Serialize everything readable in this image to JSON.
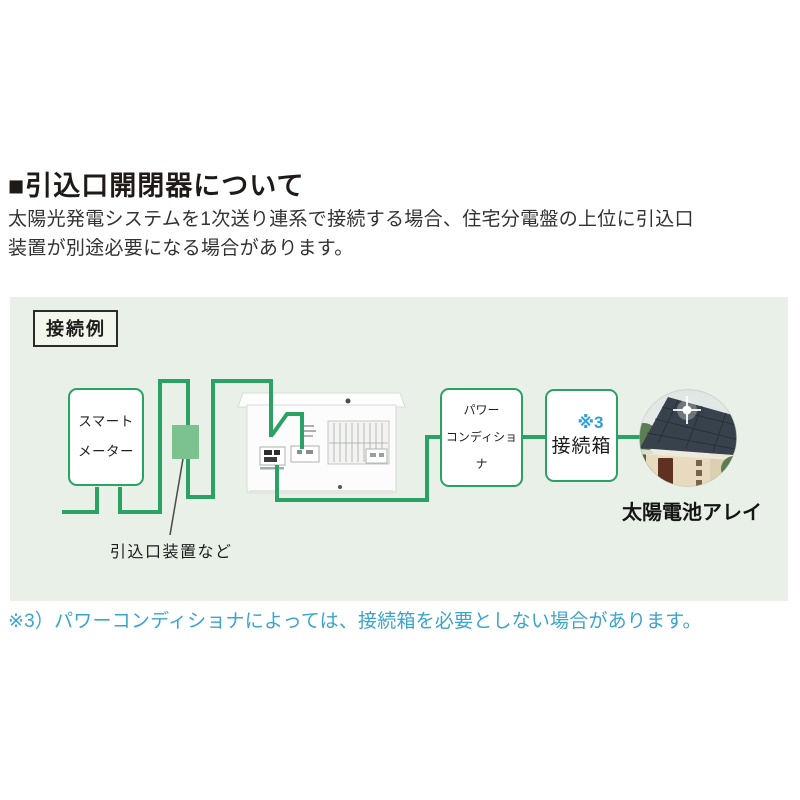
{
  "page": {
    "heading": "■引込口開閉器について",
    "intro_lines": [
      "太陽光発電システムを1次送り連系で接続する場合、住宅分電盤の上位に引込口",
      "装置が別途必要になる場合があります。"
    ],
    "footnote": "※3）パワーコンディショナによっては、接続箱を必要としない場合があります。"
  },
  "diagram": {
    "caption": "接続例",
    "colors": {
      "background": "#e8f0e7",
      "wire_green": "#2aa263",
      "inlet_device_fill": "#7cc28e",
      "junction_note_blue": "#2d9fd8",
      "footnote_blue": "#3ba4cd"
    },
    "smart_meter": {
      "line1": "スマート",
      "line2": "メーター"
    },
    "inlet_device": {
      "label": "引込口装置など"
    },
    "power_conditioner": {
      "line1": "パワー",
      "line2": "コンディショナ"
    },
    "junction_box": {
      "note": "※3",
      "label": "接続箱"
    },
    "solar_array": {
      "label": "太陽電池アレイ"
    }
  }
}
